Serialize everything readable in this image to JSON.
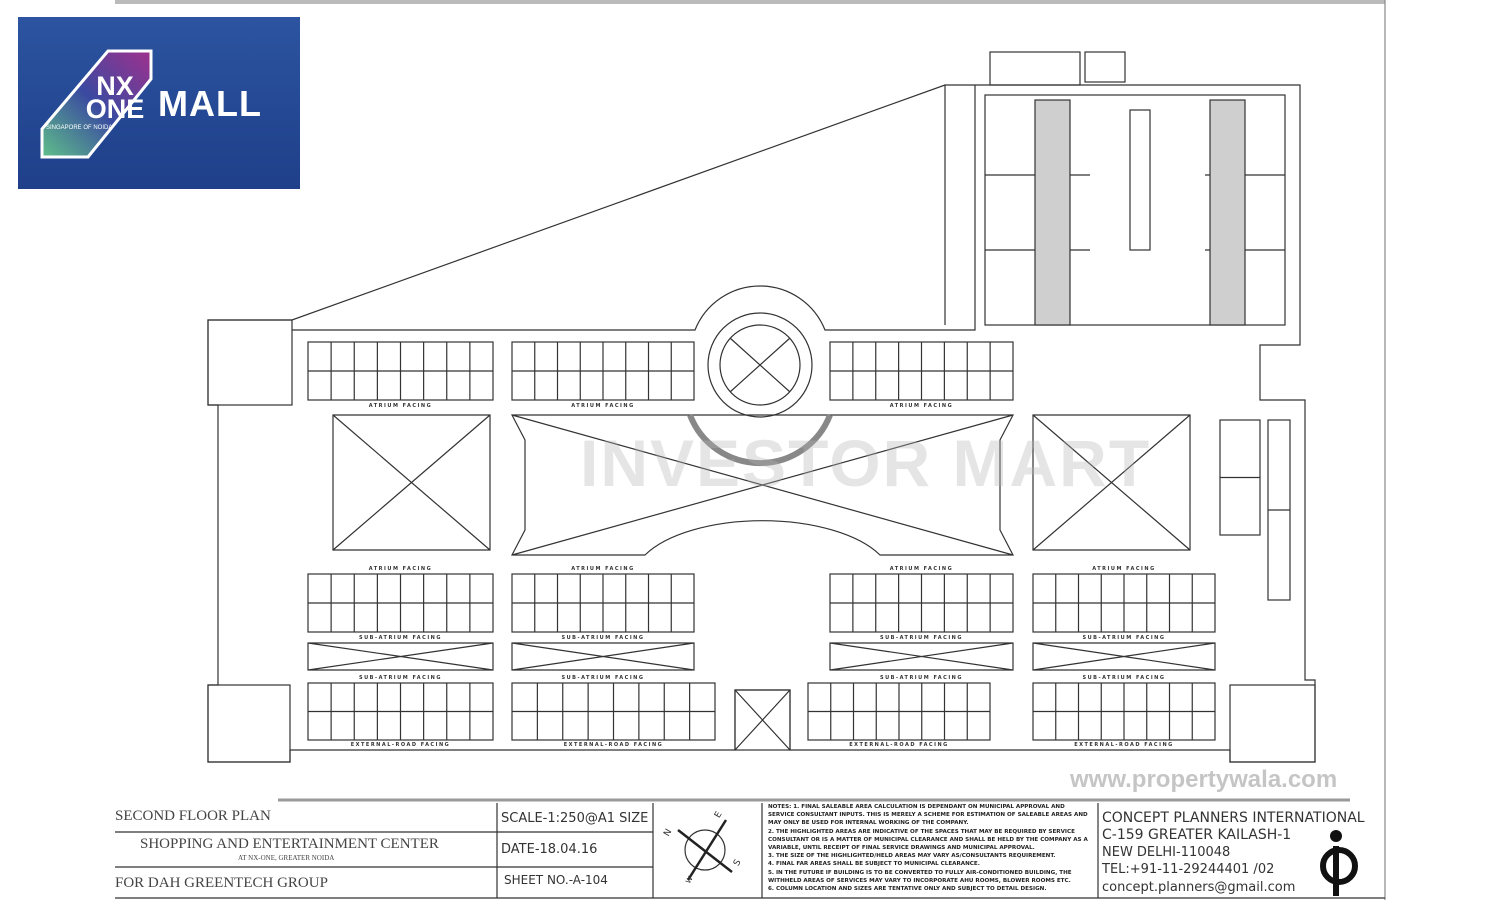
{
  "logo": {
    "brand_top": "NX",
    "brand_bottom": "ONE",
    "tagline": "SINGAPORE OF NOIDA",
    "product": "MALL",
    "colors": {
      "background": "#24489a",
      "gradient_magenta": "#a0308e",
      "gradient_green": "#5fc08a"
    }
  },
  "watermarks": {
    "center": "INVESTOR MART",
    "footer": "www.propertywala.com"
  },
  "plan": {
    "labels": {
      "atrium_facing": "ATRIUM FACING",
      "sub_atrium_facing": "SUB-ATRIUM FACING",
      "external_road_facing": "EXTERNAL-ROAD FACING"
    }
  },
  "title_block": {
    "title": "SECOND FLOOR PLAN",
    "project": "SHOPPING AND ENTERTAINMENT CENTER",
    "location": "AT NX-ONE, GREATER NOIDA",
    "client": "FOR DAH GREENTECH GROUP",
    "scale": "SCALE-1:250@A1 SIZE",
    "date": "DATE-18.04.16",
    "sheet": "SHEET NO.-A-104",
    "compass": {
      "n": "N",
      "e": "E",
      "s": "S",
      "w": "W"
    },
    "notes": [
      "NOTES: 1. FINAL SALEABLE AREA CALCULATION IS DEPENDANT ON MUNICIPAL APPROVAL AND SERVICE CONSULTANT INPUTS. THIS IS MERELY A SCHEME FOR ESTIMATION OF SALEABLE AREAS AND MAY ONLY BE USED FOR INTERNAL WORKING OF THE COMPANY.",
      "2. THE HIGHLIGHTED AREAS ARE INDICATIVE OF THE SPACES THAT MAY BE REQUIRED BY SERVICE CONSULTANT OR IS A MATTER OF MUNICIPAL CLEARANCE AND SHALL BE HELD BY THE COMPANY AS A VARIABLE, UNTIL RECEIPT OF FINAL SERVICE DRAWINGS AND MUNICIPAL APPROVAL.",
      "3. THE SIZE OF THE HIGHLIGHTED/HELD AREAS MAY VARY AS/CONSULTANTS REQUIREMENT.",
      "4. FINAL FAR AREAS SHALL BE SUBJECT TO MUNICIPAL CLEARANCE.",
      "5. IN THE FUTURE IF BUILDING IS TO BE CONVERTED TO FULLY AIR-CONDITIONED BUILDING, THE WITHHELD AREAS OF SERVICES MAY VARY TO INCORPORATE AHU ROOMS, BLOWER ROOMS ETC.",
      "6. COLUMN LOCATION AND SIZES ARE TENTATIVE ONLY AND SUBJECT TO DETAIL DESIGN."
    ],
    "architect": {
      "name": "CONCEPT PLANNERS INTERNATIONAL",
      "address1": "C-159 GREATER KAILASH-1",
      "address2": "NEW DELHI-110048",
      "tel": "TEL:+91-11-29244401 /02",
      "email": "concept.planners@gmail.com",
      "monogram": "cpi"
    }
  }
}
